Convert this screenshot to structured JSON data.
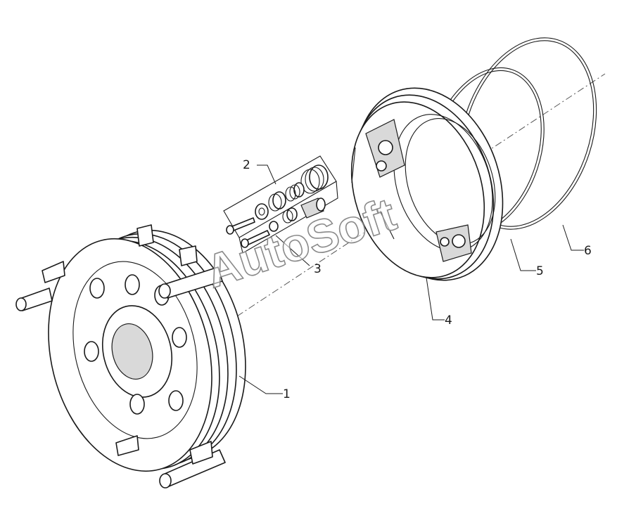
{
  "watermark": "AutoSoft",
  "callouts": [
    {
      "id": "1",
      "text": "1"
    },
    {
      "id": "2",
      "text": "2"
    },
    {
      "id": "3",
      "text": "3"
    },
    {
      "id": "4",
      "text": "4"
    },
    {
      "id": "5",
      "text": "5"
    },
    {
      "id": "6",
      "text": "6"
    }
  ]
}
